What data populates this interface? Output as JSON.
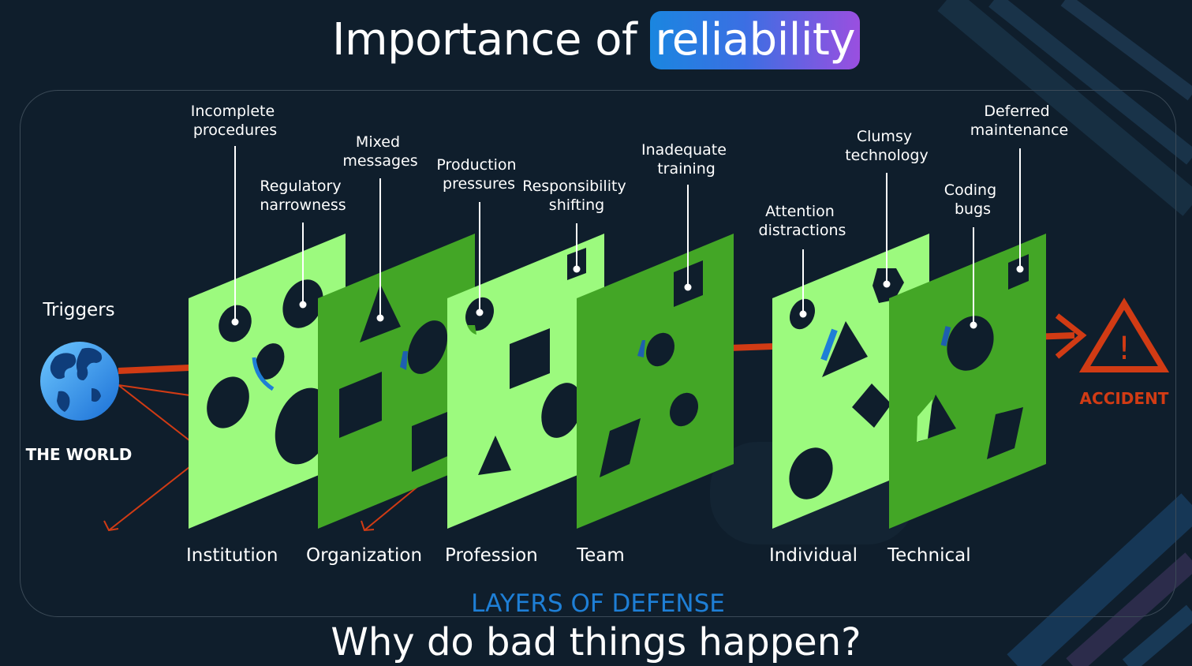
{
  "title": {
    "prefix": "Importance of ",
    "highlight": "reliability"
  },
  "subtitle": "Why do bad things happen?",
  "diagram": {
    "triggers_label": "Triggers",
    "world_label": "THE WORLD",
    "accident_label": "ACCIDENT",
    "accident_symbol": "!",
    "layers_title": "LAYERS OF DEFENSE",
    "layers": [
      {
        "name": "Institution"
      },
      {
        "name": "Organization"
      },
      {
        "name": "Profession"
      },
      {
        "name": "Team"
      },
      {
        "name": "Individual"
      },
      {
        "name": "Technical"
      }
    ],
    "callouts": [
      {
        "lines": [
          "Incomplete",
          "procedures"
        ]
      },
      {
        "lines": [
          "Regulatory",
          "narrowness"
        ]
      },
      {
        "lines": [
          "Mixed",
          "messages"
        ]
      },
      {
        "lines": [
          "Production",
          "pressures"
        ]
      },
      {
        "lines": [
          "Responsibility",
          "shifting"
        ]
      },
      {
        "lines": [
          "Inadequate",
          "training"
        ]
      },
      {
        "lines": [
          "Attention",
          "distractions"
        ]
      },
      {
        "lines": [
          "Clumsy",
          "technology"
        ]
      },
      {
        "lines": [
          "Coding",
          "bugs"
        ]
      },
      {
        "lines": [
          "Deferred",
          "maintenance"
        ]
      }
    ]
  },
  "colors": {
    "background": "#0f1e2c",
    "light_layer": "#9cfa7e",
    "dark_layer": "#43a626",
    "hole": "#0f1e2c",
    "trajectory": "#d13b14",
    "accent_blue": "#1e7fd6",
    "title_gradient_start": "#1a86e0",
    "title_gradient_end": "#9a4fe0"
  }
}
